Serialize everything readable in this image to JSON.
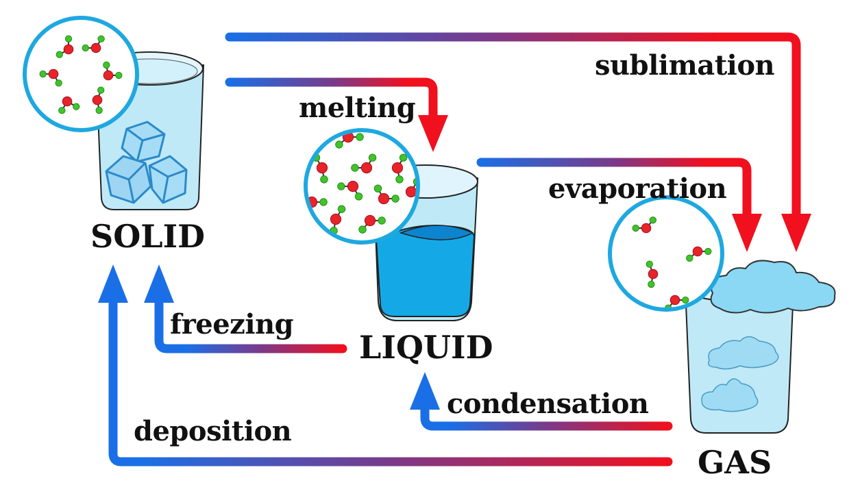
{
  "title": "States of matter and phase transitions",
  "colors": {
    "arrow_cold": "#1a6fe6",
    "arrow_hot": "#f0101e",
    "circle_border": "#1ea8e0",
    "oxygen": "#e8232a",
    "hydrogen": "#3fc42a",
    "glass": "#bfe9f7",
    "water": "#14a9e6",
    "ice": "#9ed9f5",
    "cloud": "#8ad8f4"
  },
  "states": [
    {
      "id": "solid",
      "label": "SOLID"
    },
    {
      "id": "liquid",
      "label": "LIQUID"
    },
    {
      "id": "gas",
      "label": "GAS"
    }
  ],
  "processes": [
    {
      "id": "sublimation",
      "label": "sublimation",
      "from": "SOLID",
      "to": "GAS"
    },
    {
      "id": "melting",
      "label": "melting",
      "from": "SOLID",
      "to": "LIQUID"
    },
    {
      "id": "evaporation",
      "label": "evaporation",
      "from": "LIQUID",
      "to": "GAS"
    },
    {
      "id": "freezing",
      "label": "freezing",
      "from": "LIQUID",
      "to": "SOLID"
    },
    {
      "id": "condensation",
      "label": "condensation",
      "from": "GAS",
      "to": "LIQUID"
    },
    {
      "id": "deposition",
      "label": "deposition",
      "from": "GAS",
      "to": "SOLID"
    }
  ]
}
